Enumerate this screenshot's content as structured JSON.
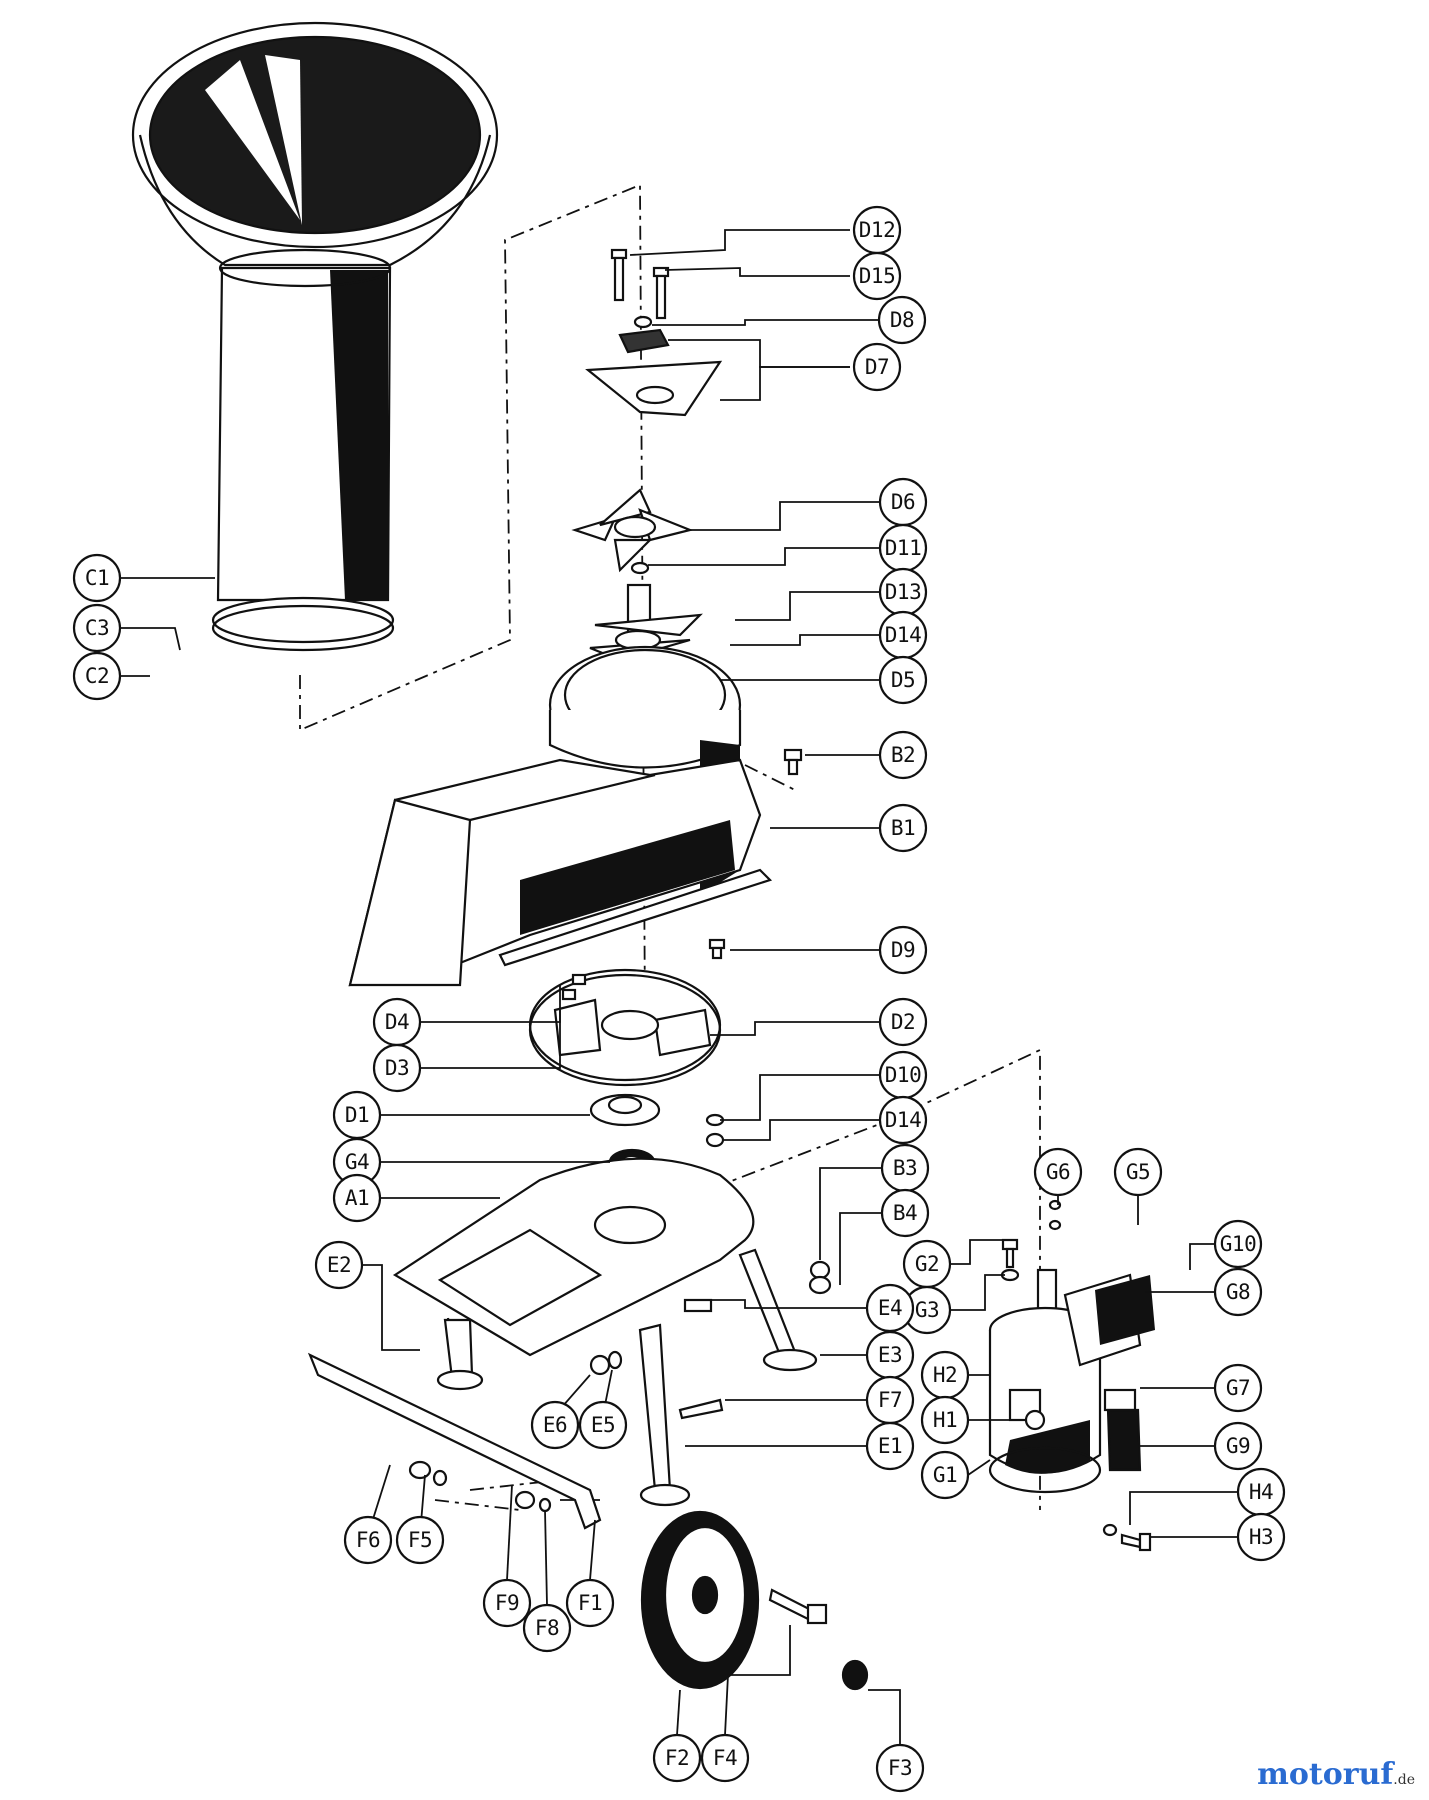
{
  "watermark": {
    "brand": "motoruf",
    "domain": ".de"
  },
  "labels": {
    "D12": "D12",
    "D15": "D15",
    "D8": "D8",
    "D7": "D7",
    "D6": "D6",
    "D11": "D11",
    "D13": "D13",
    "D14a": "D14",
    "D5": "D5",
    "B2": "B2",
    "B1": "B1",
    "D9": "D9",
    "C1": "C1",
    "C3": "C3",
    "C2": "C2",
    "D4": "D4",
    "D3": "D3",
    "D2": "D2",
    "D1": "D1",
    "D10": "D10",
    "D14b": "D14",
    "G4": "G4",
    "A1": "A1",
    "B3": "B3",
    "B4": "B4",
    "G6": "G6",
    "G5": "G5",
    "G10": "G10",
    "G2": "G2",
    "G8": "G8",
    "G3": "G3",
    "E2": "E2",
    "E4": "E4",
    "E3": "E3",
    "H2": "H2",
    "G7": "G7",
    "F7": "F7",
    "H1": "H1",
    "E6": "E6",
    "E5": "E5",
    "E1": "E1",
    "G9": "G9",
    "G1": "G1",
    "H4": "H4",
    "F6": "F6",
    "F5": "F5",
    "H3": "H3",
    "F9": "F9",
    "F8": "F8",
    "F1": "F1",
    "F2": "F2",
    "F4": "F4",
    "F3": "F3"
  }
}
